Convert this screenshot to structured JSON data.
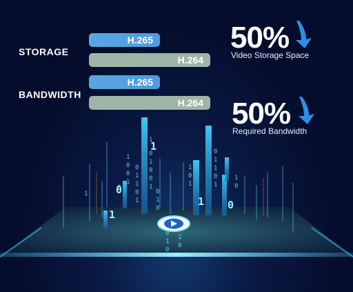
{
  "comparison": {
    "storage_label": "STORAGE",
    "bandwidth_label": "BANDWIDTH",
    "storage_h265": "H.265",
    "storage_h264": "H.264",
    "bandwidth_h265": "H.265",
    "bandwidth_h264": "H.264"
  },
  "savings": {
    "storage_percent": "50%",
    "storage_caption": "Video Storage Space",
    "bandwidth_percent": "50%",
    "bandwidth_caption": "Required Bandwidth"
  },
  "colors": {
    "h265_bar": "#5aa6e0",
    "h264_bar": "#9fb5a8",
    "arrow": "#2c8fe6",
    "glow": "#3fc6ff"
  },
  "icons": [
    "down-arrow-icon",
    "play-icon"
  ]
}
